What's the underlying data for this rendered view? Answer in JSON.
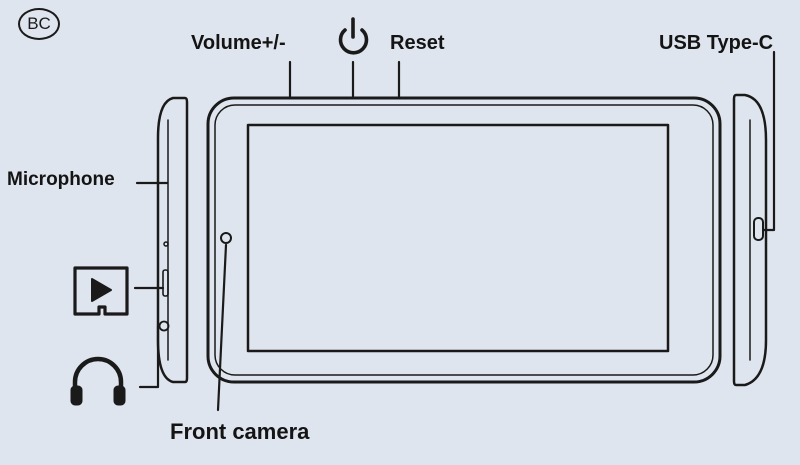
{
  "badge": "BC",
  "labels": {
    "volume": "Volume+/-",
    "reset": "Reset",
    "usb": "USB Type-C",
    "microphone": "Microphone",
    "front_camera": "Front camera"
  },
  "icons": [
    "power-icon",
    "microsd-card-icon",
    "headphones-icon"
  ],
  "colors": {
    "background": "#dfe5ee",
    "ink": "#141414"
  }
}
